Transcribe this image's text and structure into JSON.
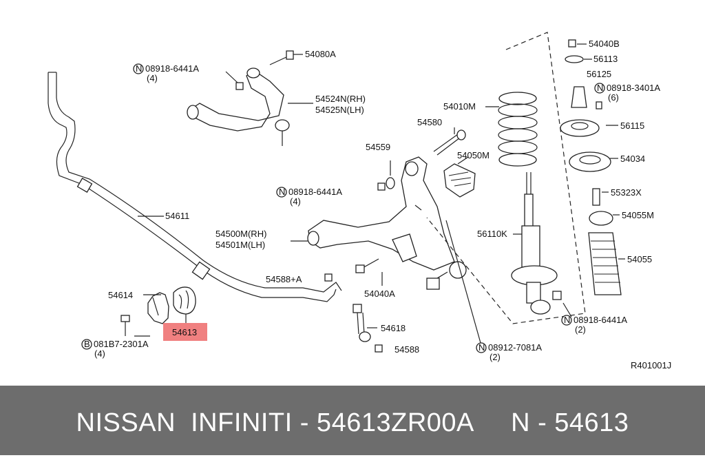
{
  "callouts": {
    "c54080a": "54080A",
    "c08918_6441a_top": "08918-6441A",
    "q4_top": "(4)",
    "c54524n": "54524N(RH)",
    "c54525n": "54525N(LH)",
    "c54611": "54611",
    "c54580": "54580",
    "c54559": "54559",
    "c54050m": "54050M",
    "c08918_6441a_mid": "08918-6441A",
    "q4_mid": "(4)",
    "c54500m": "54500M(RH)",
    "c54501m": "54501M(LH)",
    "c54588a": "54588+A",
    "c54040a": "54040A",
    "c54614": "54614",
    "c54613": "54613",
    "c54618": "54618",
    "c54588": "54588",
    "c081b7": "081B7-2301A",
    "q4_b": "(4)",
    "c08912": "08912-7081A",
    "q2_08912": "(2)",
    "c54010m": "54010M",
    "c56110k": "56110K",
    "c54040b": "54040B",
    "c56113": "56113",
    "c56125": "56125",
    "c08918_3401a": "08918-3401A",
    "q6": "(6)",
    "c56115": "56115",
    "c54034": "54034",
    "c55323x": "55323X",
    "c54055m": "54055M",
    "c54055": "54055",
    "c08918_6441a_right": "08918-6441A",
    "q2_right": "(2)",
    "ref": "R401001J"
  },
  "markers": {
    "n": "N",
    "b": "B"
  },
  "highlight_color": "#f08080",
  "footer": {
    "caption": "NISSAN  INFINITI - 54613ZR00A     N - 54613"
  }
}
